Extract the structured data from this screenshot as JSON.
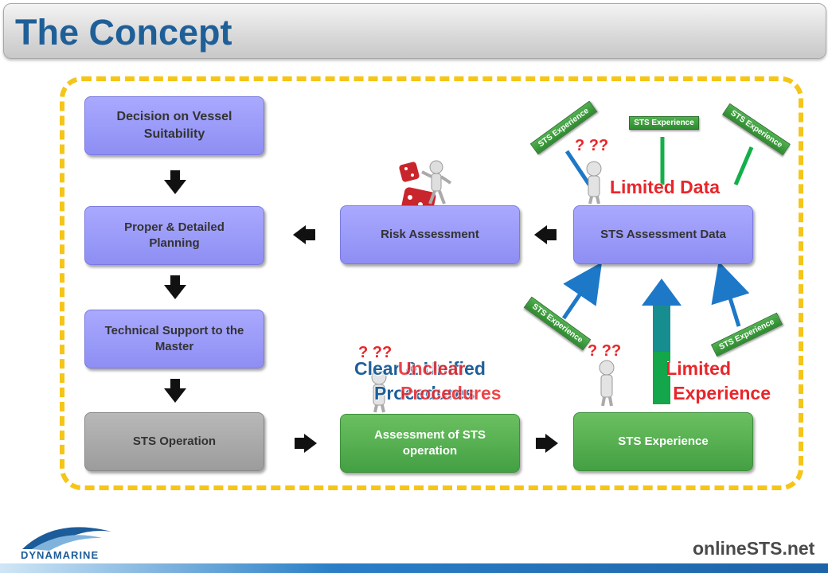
{
  "title": "The Concept",
  "left_column": {
    "decision": "Decision on Vessel Suitability",
    "planning": "Proper & Detailed Planning",
    "support": "Technical Support to the Master",
    "operation": "STS Operation"
  },
  "middle": {
    "risk": "Risk Assessment",
    "assessment": "Assessment of STS operation"
  },
  "right": {
    "data": "STS Assessment Data",
    "experience": "STS Experience"
  },
  "pill_label": "STS Experience",
  "overlays": {
    "limited_data": "Limited Data",
    "limited_experience_1": "Limited",
    "limited_experience_2": "Experience",
    "clear_unified_1": "Clear & Unified",
    "clear_unified_2": "Procedures",
    "unclear_1": "Unclear",
    "unclear_2": "Procedures",
    "question_marks": "? ??"
  },
  "footer": {
    "left_brand": "DYNAMARINE",
    "right_brand": "onlineSTS.net"
  },
  "colors": {
    "title": "#1f5f98",
    "frame": "#f5c518",
    "blue_box": "#9d9dfb",
    "green_box": "#4fad4a",
    "gray_box": "#aaaaaa",
    "red_text": "#e8262a"
  }
}
